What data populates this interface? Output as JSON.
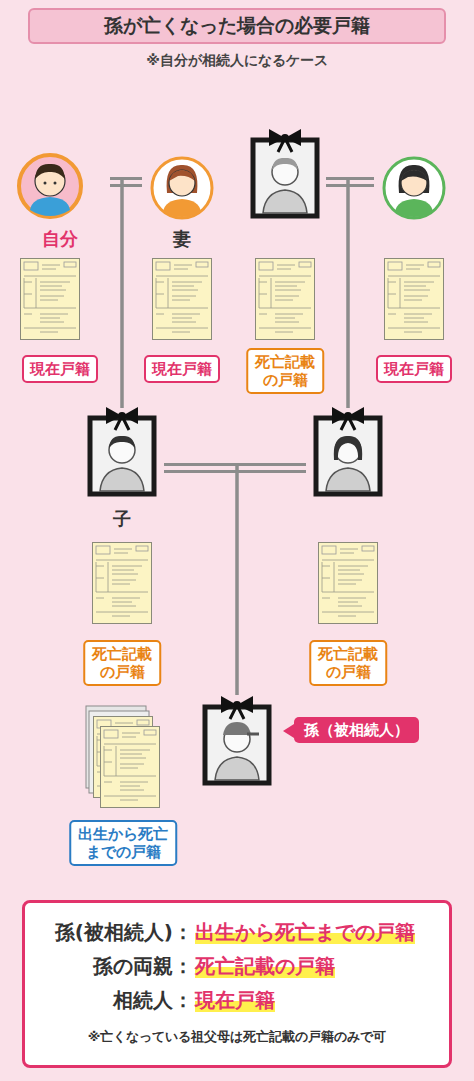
{
  "diagram": {
    "title": "孫が亡くなった場合の必要戸籍",
    "nodes": [
      {
        "text": [
          "自分",
          "現在戸籍"
        ]
      },
      {
        "text": [
          "妻",
          "現在戸籍"
        ]
      },
      {
        "text": [
          "死亡記載の戸籍"
        ]
      },
      {
        "text": [
          "現在戸籍"
        ]
      },
      {
        "text": [
          "子",
          "死亡記載の戸籍"
        ]
      },
      {
        "text": [
          "死亡記載の戸籍"
        ]
      },
      {
        "text": [
          "孫（被相続人）",
          "出生から死亡までの戸籍"
        ]
      },
      {
        "text": [
          "孫(被相続人)：",
          "出生から死亡までの戸籍",
          "孫の両親：",
          "死亡記載の戸籍",
          "相続人：",
          "現在戸籍",
          "※亡くなっている祖父母は死亡記載の戸籍のみで可"
        ]
      }
    ],
    "edges": [
      {
        "from": 0,
        "to": 1,
        "arrow": "none"
      },
      {
        "from": 2,
        "to": 3,
        "arrow": "none"
      },
      {
        "from": 0,
        "to": 4,
        "arrow": "none"
      },
      {
        "from": 1,
        "to": 4,
        "arrow": "none"
      },
      {
        "from": 2,
        "to": 5,
        "arrow": "none"
      },
      {
        "from": 3,
        "to": 5,
        "arrow": "none"
      },
      {
        "from": 4,
        "to": 5,
        "arrow": "none"
      },
      {
        "from": 4,
        "to": 6,
        "arrow": "none"
      },
      {
        "from": 5,
        "to": 6,
        "arrow": "none"
      }
    ],
    "labels": [
      "※自分が相続人になるケース"
    ]
  }
}
